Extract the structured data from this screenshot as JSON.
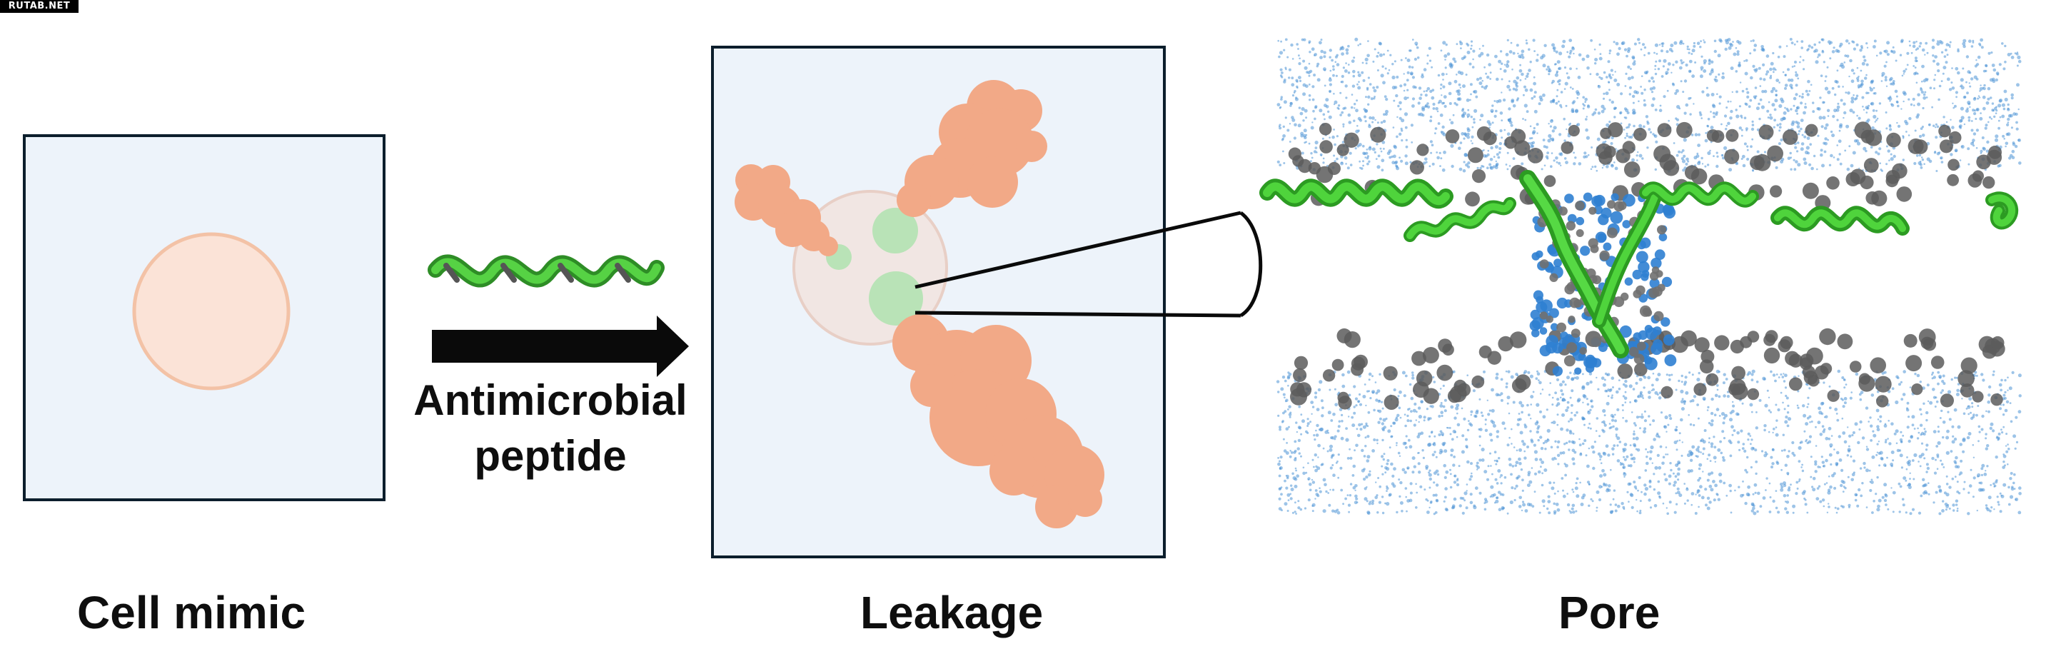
{
  "watermark": "RUTAB.NET",
  "captions": {
    "cell_mimic": "Cell mimic",
    "leakage": "Leakage",
    "pore": "Pore"
  },
  "arrow_label": {
    "line1": "Antimicrobial",
    "line2": "peptide"
  },
  "colors": {
    "panel_fill": "#edf3fa",
    "panel_stroke": "#0c1e2c",
    "vesicle_fill": "#fbe3d7",
    "vesicle_stroke": "#f3c2a6",
    "leak_plume": "#f2a987",
    "pore_green": "#b9e3b7",
    "helix_green": "#3cbf2f",
    "water_blue": "#4d94d6",
    "lipid_grey": "#5c5c5c",
    "arrow": "#0a0a0a"
  },
  "icons": [
    "peptide-helix-icon",
    "right-arrow-icon",
    "zoom-callout-icon"
  ]
}
